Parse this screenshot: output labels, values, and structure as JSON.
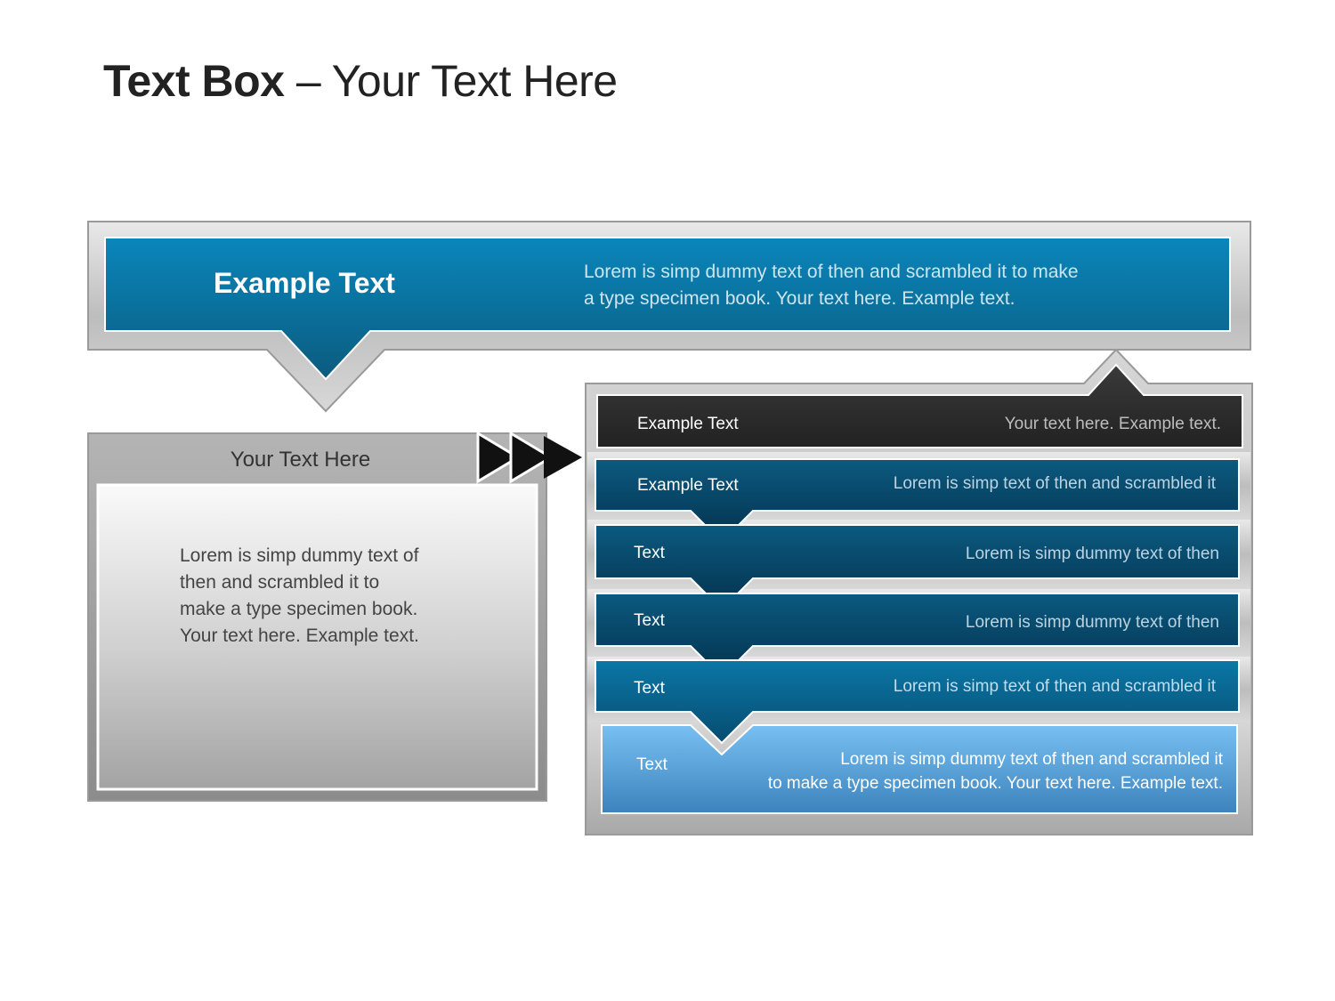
{
  "title": {
    "bold": "Text Box",
    "rest": " – Your Text Here"
  },
  "top_banner": {
    "heading": "Example Text",
    "body_line1": "Lorem is simp dummy text of then and scrambled it to make",
    "body_line2": "a type specimen book. Your text here. Example text."
  },
  "left_box": {
    "header": "Your Text Here",
    "body_line1": "Lorem is simp dummy text of",
    "body_line2": "then and scrambled it to",
    "body_line3": "make a type specimen book.",
    "body_line4": "Your text here. Example text."
  },
  "steps": [
    {
      "label": "Example Text",
      "text": "Your text here. Example text."
    },
    {
      "label": "Example Text",
      "text": "Lorem is simp text of then and scrambled it"
    },
    {
      "label": "Text",
      "text": "Lorem is simp dummy text of then"
    },
    {
      "label": "Text",
      "text": "Lorem is simp dummy text of then"
    },
    {
      "label": "Text",
      "text": "Lorem is simp text of then and scrambled it"
    },
    {
      "label": "Text",
      "text_line1": "Lorem is simp dummy text of then and scrambled it",
      "text_line2": "to make a type specimen book. Your text here. Example text."
    }
  ],
  "colors": {
    "blue_top": "#0a84b8",
    "blue_bottom": "#0b5d80",
    "navy_top": "#0c5e85",
    "navy_bottom": "#053350",
    "light_top": "#73bdf0",
    "light_bottom": "#3f86c0",
    "dark_bar": "#2e2e2e",
    "silver": "#c8c8c8"
  }
}
